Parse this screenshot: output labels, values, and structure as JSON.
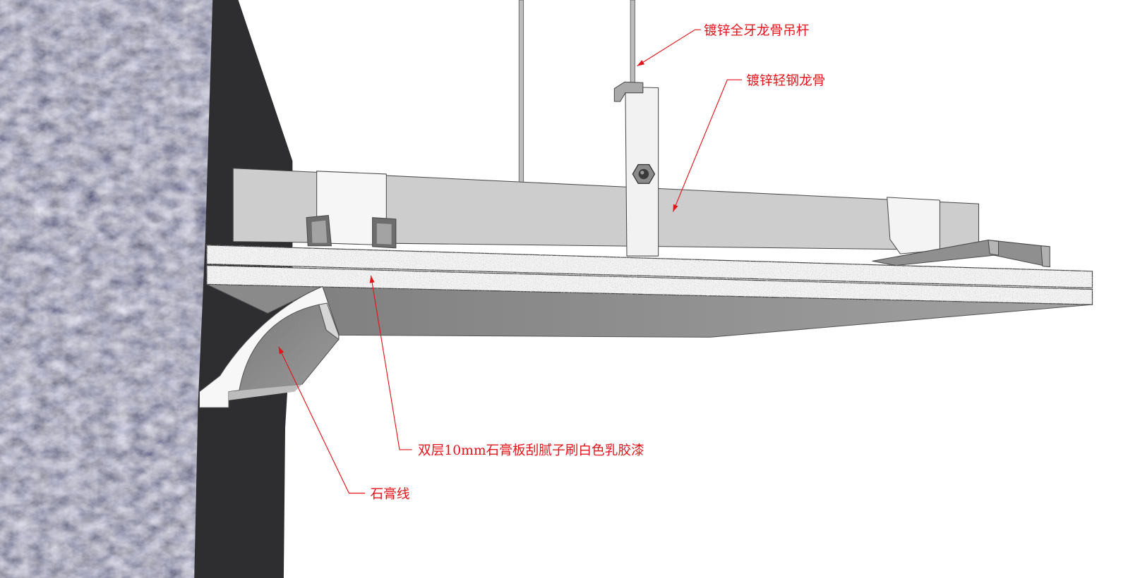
{
  "labels": {
    "rod": "镀锌全牙龙骨吊杆",
    "keel": "镀锌轻钢龙骨",
    "board": "双层10mm石膏板刮腻子刷白色乳胶漆",
    "cornice": "石膏线"
  },
  "colors": {
    "annotation": "#e3141b",
    "wall_face": "#2e2e31",
    "keel": "#cdcdcd",
    "board": "#f4f4f4"
  }
}
